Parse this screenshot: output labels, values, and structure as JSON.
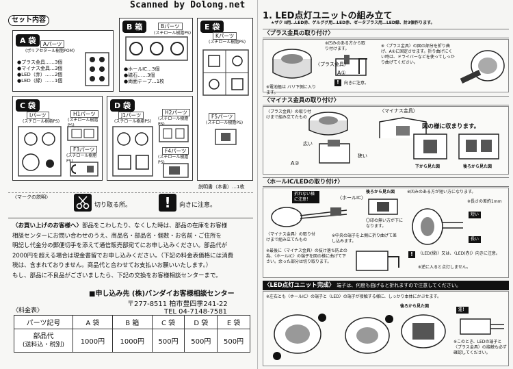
{
  "scan_banner": "Scanned by Dolong.net",
  "left": {
    "set_box_title": "セット内容",
    "bag_a": {
      "label": "A 袋",
      "part_name": "Aパーツ",
      "material": "(ポリアセタール樹脂POM)",
      "items": [
        "●プラス金具……3個",
        "●マイナス金具…3個",
        "●LED（赤）……2個",
        "●LED（緑）……1個"
      ]
    },
    "box_b": {
      "label": "B 箱",
      "part_name": "Bパーツ",
      "material": "(スチロール樹脂PS)",
      "items": [
        "●ホールIC…3個",
        "●磁石……3個",
        "●両面テープ…1枚"
      ]
    },
    "bag_e": {
      "label": "E 袋",
      "part_k": "Kパーツ",
      "material_k": "(スチロール樹脂PS)",
      "part_f5": "F5パーツ",
      "material_f5": "(スチロール樹脂PS)"
    },
    "bag_c": {
      "label": "C 袋",
      "part_i": "Iパーツ",
      "material_i": "(スチロール樹脂PS)",
      "part_h1": "H1パーツ",
      "material_h1": "(スチロール樹脂PS)",
      "part_f3": "F3パーツ",
      "material_f3": "(スチロール樹脂PS)"
    },
    "bag_d": {
      "label": "D 袋",
      "part_j1": "J1パーツ",
      "material_j1": "(スチロール樹脂PS)",
      "part_h2": "H2パーツ",
      "material_h2": "(スチロール樹脂PS)",
      "part_f4": "F4パーツ",
      "material_f4": "(スチロール樹脂PS)"
    },
    "manual_note": "説明書（本書）…1枚",
    "marks_title": "〈マークの説明〉",
    "mark_cut": "切り取る所。",
    "mark_caution": "向きに注意。",
    "customer_title": "〈お買い上げのお客様へ〉",
    "customer_lines": [
      "部品をこわしたり、なくした時は、部品の在庫をお客様",
      "相談センターにお問い合わせのうえ、商品名・部品名・個数・お名前・ご住所を",
      "明記し代金分の郵便切手を添えて通信販売部宛てにお申し込みください。部品代が",
      "2000円を超える場合は現金書留でお申し込みください。（下記の料金表価格には消費",
      "税は、含まれておりません。商品代と合わせてお支払いお願いいたします。）",
      "もし、部品に不良品がございましたら、下記の交換をお客様相談センターまで。"
    ],
    "address_title": "■申し込み先 (株)バンダイお客様相談センター",
    "address_zip": "〒277-8511 柏市豊四季241-22",
    "address_tel": "TEL 04-7148-7581",
    "price_title": "〈料金表〉",
    "price_table": {
      "headers": [
        "パーツ記号",
        "A 袋",
        "B 箱",
        "C 袋",
        "D 袋",
        "E 袋"
      ],
      "row_label_1": "部品代",
      "row_label_2": "(送料込・税別)",
      "values": [
        "1000円",
        "1000円",
        "500円",
        "500円",
        "500円"
      ]
    }
  },
  "right": {
    "title": "1. LED点灯ユニットの組み立て",
    "subtitle": "★ザク Ⅱ用…LED赤、ゲルググ用…LED赤、ゼータプラス用…LED緑、計3個作ります。",
    "sec1": {
      "heading": "〈プラス金具の取り付け〉",
      "note1": "※凹みのある方から取り付けます。",
      "label_plus": "〈プラス金具〉",
      "label_a1": "A①",
      "note_fold": "※〈プラス金具〉の図の部分を折り曲げ、A①に固定させます。折り曲げにくい時は、ドライバーなどを使ってしっかり曲げてください。",
      "note_small": "※電池極は バリ下側に入ります。",
      "caution": "向きに注意。"
    },
    "sec2": {
      "heading": "〈マイナス金具の取り付け〉",
      "label_minus": "〈マイナス金具〉",
      "note_attach": "〈プラス金具〉の取り付けまで組み立てたもの",
      "label_wide": "広い",
      "label_narrow": "狭い",
      "label_a2": "A②",
      "fit_label": "図の様に収まります。",
      "view_bottom": "下から見た図",
      "view_back": "後ろから見た図"
    },
    "sec3": {
      "heading": "〈ホールIC/LEDの取り付け〉",
      "warn_bend": "折れない様に注意！",
      "label_hall": "〈ホールIC〉",
      "view_back": "後ろから見た図",
      "note_mark": "〇印の無い方が下になります。",
      "note_back": "※凹みのある方が短い方になります。",
      "note_length": "※長さの差約1mm",
      "label_short": "短い",
      "label_long": "長い",
      "note_minus": "〈マイナス金具〉の取り付けまで組み立てたもの",
      "note_center": "※中央の端子を上側に折り曲げて差し込みます。",
      "note_last": "※最後に〈マイナス金具〉の抜け落ち防止の為、〈ホールIC〉の端子を図の様に曲げて下さい。余った部分は切り取ります。",
      "note_led": "〈LED(緑)〉又は、〈LED(赤)〉向きに注意。",
      "note_reverse": "※逆に入ると点灯しません。"
    },
    "sec4": {
      "heading": "〈LED点灯ユニット完成〉",
      "warning": "端子は、何度も曲げると折れますので注意してください。",
      "note_contact": "※左右とも〈ホールIC〉の端子と〈LED〉の端子が接触する様に、しっかり本体にかぶせます。",
      "view_back": "後ろから見た図",
      "caution": "注！",
      "note_final": "※このとき、LEDの端子と〈プラス金具〉の接触も必ず確認してください。"
    }
  },
  "colors": {
    "ink": "#111111",
    "paper": "#f7f7f5",
    "rule": "#777777"
  }
}
